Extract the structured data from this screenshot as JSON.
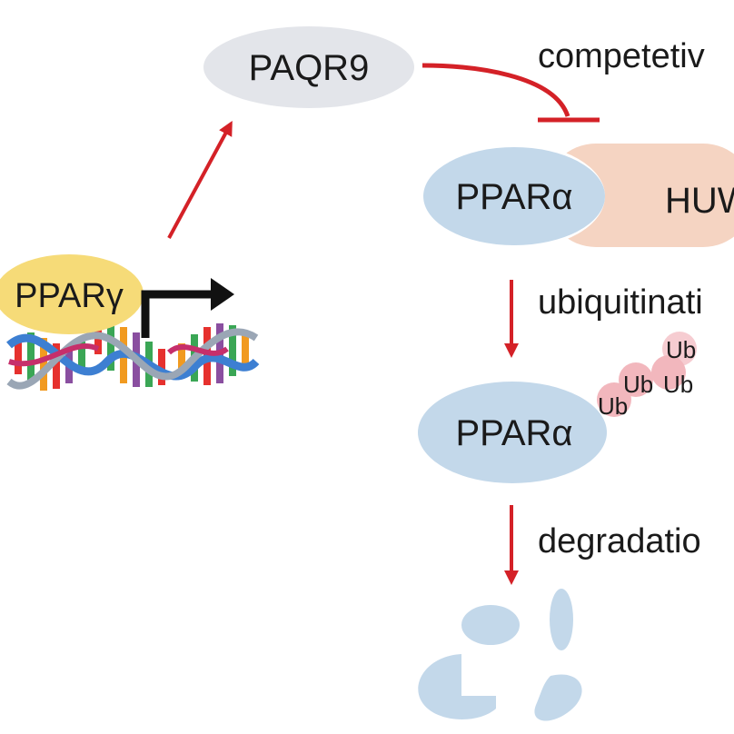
{
  "nodes": {
    "paqr9": "PAQR9",
    "ppar_gamma": "PPARγ",
    "ppar_alpha_top": "PPARα",
    "huwe1": "HUW",
    "ppar_alpha_bottom": "PPARα"
  },
  "ubiquitin": {
    "ub_1": "Ub",
    "ub_2": "Ub",
    "ub_3": "Ub",
    "ub_4": "Ub"
  },
  "steps": {
    "competitive": "competetiv",
    "ubiquitination": "ubiquitinati",
    "degradation": "degradatio"
  },
  "colors": {
    "arrow_red": "#d42127",
    "paqr9_fill": "#e3e5ea",
    "ppar_gamma_fill": "#f6db78",
    "ppar_alpha_fill": "#c3d8ea",
    "huwe1_fill": "#f5d4c2",
    "ub_fill": "#f2b7bd",
    "fragment_fill": "#c3d8ea"
  }
}
